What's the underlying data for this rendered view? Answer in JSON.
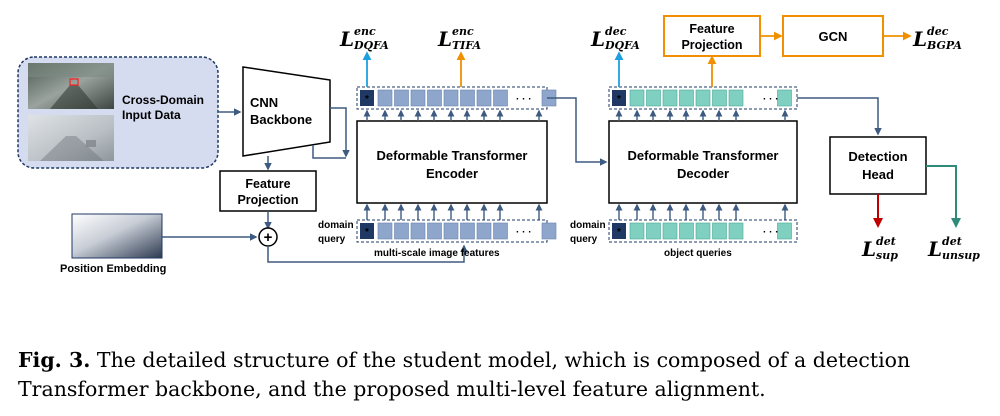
{
  "diagram": {
    "input_label_1": "Cross-Domain",
    "input_label_2": "Input Data",
    "cnn_label_1": "CNN",
    "cnn_label_2": "Backbone",
    "feature_projection_left_1": "Feature",
    "feature_projection_left_2": "Projection",
    "position_embedding": "Position Embedding",
    "encoder_label_1": "Deformable Transformer",
    "encoder_label_2": "Encoder",
    "decoder_label_1": "Deformable Transformer",
    "decoder_label_2": "Decoder",
    "domain_query_1": "domain",
    "domain_query_2": "query",
    "multi_scale_features": "multi-scale image features",
    "object_queries": "object queries",
    "feature_projection_top_1": "Feature",
    "feature_projection_top_2": "Projection",
    "gcn": "GCN",
    "detection_head_1": "Detection",
    "detection_head_2": "Head",
    "ellipsis": "· · ·",
    "star": "*",
    "plus": "+",
    "losses": {
      "enc_dqfa": {
        "base": "L",
        "sup": "enc",
        "sub": "DQFA"
      },
      "enc_tifa": {
        "base": "L",
        "sup": "enc",
        "sub": "TIFA"
      },
      "dec_dqfa": {
        "base": "L",
        "sup": "dec",
        "sub": "DQFA"
      },
      "dec_bgpa": {
        "base": "L",
        "sup": "dec",
        "sub": "BGPA"
      },
      "det_sup": {
        "base": "L",
        "sup": "det",
        "sub": "sup"
      },
      "det_unsup": {
        "base": "L",
        "sup": "det",
        "sub": "unsup"
      }
    },
    "colors": {
      "navy": "#1f3864",
      "steel_blue": "#4a6a90",
      "feature_token": "#8fa6cc",
      "object_token": "#7fd0c0",
      "cyan_arrow": "#1ea0e0",
      "orange": "#f09000",
      "red_arrow": "#c00000",
      "teal_arrow": "#2f8a7a",
      "input_panel": "#d6dcf0"
    }
  },
  "caption": {
    "label": "Fig. 3.",
    "text": "The detailed structure of the student model, which is composed of a detection Transformer backbone, and the proposed multi-level feature alignment."
  }
}
